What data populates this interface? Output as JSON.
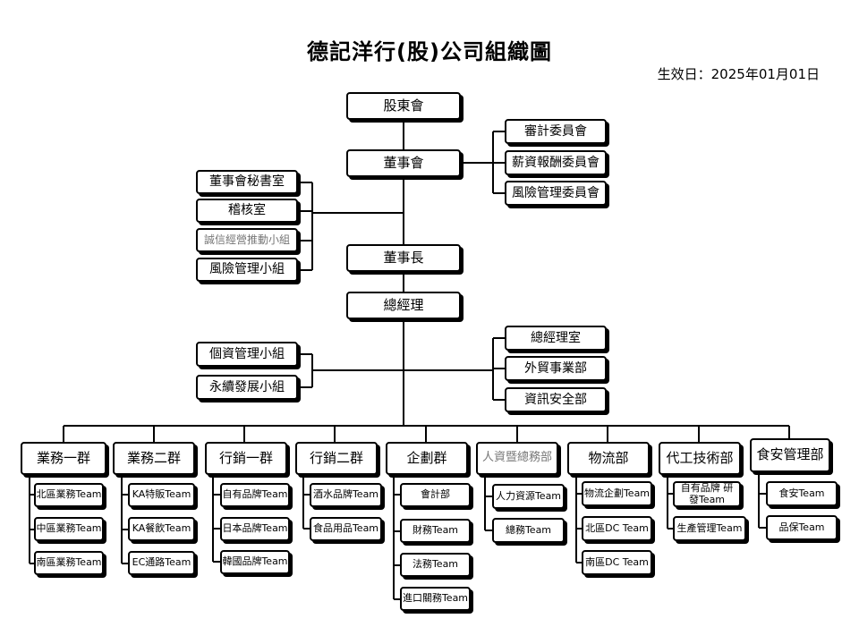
{
  "title": "德記洋行(股)公司組織圖",
  "effective_date": "生效日：2025年01月01日",
  "top": {
    "shareholders": "股東會",
    "board": "董事會",
    "chairman": "董事長",
    "gm": "總經理"
  },
  "board_committees": [
    "審計委員會",
    "薪資報酬委員會",
    "風險管理委員會"
  ],
  "board_units": [
    "董事會秘書室",
    "稽核室",
    "誠信經營推動小組",
    "風險管理小組"
  ],
  "gm_left": [
    "個資管理小組",
    "永續發展小組"
  ],
  "gm_right": [
    "總經理室",
    "外貿事業部",
    "資訊安全部"
  ],
  "divisions": [
    {
      "name": "業務一群",
      "teams": [
        "北區業務Team",
        "中區業務Team",
        "南區業務Team"
      ]
    },
    {
      "name": "業務二群",
      "teams": [
        "KA特販Team",
        "KA餐飲Team",
        "EC通路Team"
      ]
    },
    {
      "name": "行銷一群",
      "teams": [
        "自有品牌Team",
        "日本品牌Team",
        "韓國品牌Team"
      ]
    },
    {
      "name": "行銷二群",
      "teams": [
        "酒水品牌Team",
        "食品用品Team"
      ]
    },
    {
      "name": "企劃群",
      "teams": [
        "會計部",
        "財務Team",
        "法務Team",
        "進口關務Team"
      ]
    },
    {
      "name": "人資暨總務部",
      "teams": [
        "人力資源Team",
        "總務Team"
      ]
    },
    {
      "name": "物流部",
      "teams": [
        "物流企劃Team",
        "北區DC Team",
        "南區DC Team"
      ]
    },
    {
      "name": "代工技術部",
      "teams": [
        "自有品牌 研發Team",
        "生產管理Team"
      ]
    },
    {
      "name": "食安管理部",
      "teams": [
        "食安Team",
        "品保Team"
      ]
    }
  ]
}
